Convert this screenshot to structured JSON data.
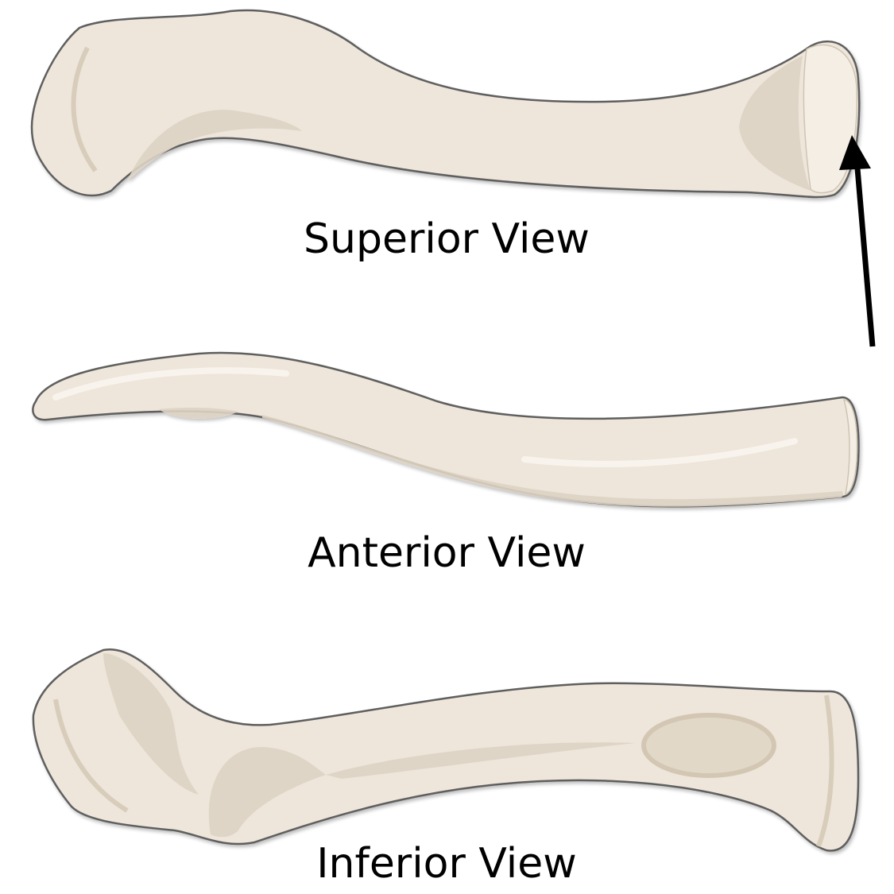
{
  "colors": {
    "bone_fill": "#eee6da",
    "bone_shade": "#ddd3c3",
    "bone_highlight": "#f6f1e9",
    "bone_outline": "#5f5f5f",
    "arrow": "#000000",
    "label_text": "#000000"
  },
  "views": {
    "superior": {
      "label": "Superior View"
    },
    "anterior": {
      "label": "Anterior View"
    },
    "inferior": {
      "label": "Inferior View"
    }
  },
  "annotations": {
    "pointer_arrow": {
      "target": "sternal end of clavicle (superior view)",
      "icon": "arrow-up-icon"
    }
  }
}
